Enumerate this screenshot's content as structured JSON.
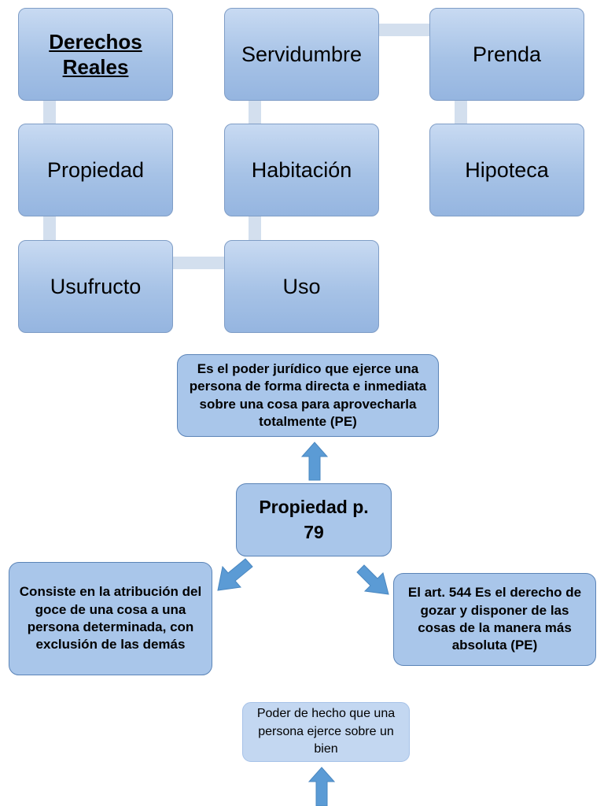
{
  "hierarchy": {
    "title_lines": [
      "Derechos",
      "Reales"
    ],
    "nodes": [
      {
        "id": "propiedad",
        "label": "Propiedad"
      },
      {
        "id": "usufructo",
        "label": "Usufructo"
      },
      {
        "id": "uso",
        "label": "Uso"
      },
      {
        "id": "habitacion",
        "label": "Habitación"
      },
      {
        "id": "servidumbre",
        "label": "Servidumbre"
      },
      {
        "id": "prenda",
        "label": "Prenda"
      },
      {
        "id": "hipoteca",
        "label": "Hipoteca"
      }
    ]
  },
  "definition_map": {
    "center_lines": [
      "Propiedad p.",
      "79"
    ],
    "top_definition": "Es el poder jurídico que ejerce una persona de forma directa e inmediata sobre una cosa para aprovecharla totalmente (PE)",
    "left_definition": "Consiste en la atribución del goce de una cosa a una persona determinada, con exclusión de las demás",
    "right_definition": "El art. 544 Es el derecho de gozar y disponer de las cosas de la manera más absoluta (PE)"
  },
  "posesion_map": {
    "definition": "Poder de hecho que una persona ejerce sobre un bien"
  },
  "colors": {
    "tile_fill": "#a6c2e6",
    "tile_border": "#7f9dc6",
    "connector": "#d3dfee",
    "card_fill": "#a9c6ea",
    "card_border": "#5b84b7",
    "arrow": "#5b9bd5"
  }
}
